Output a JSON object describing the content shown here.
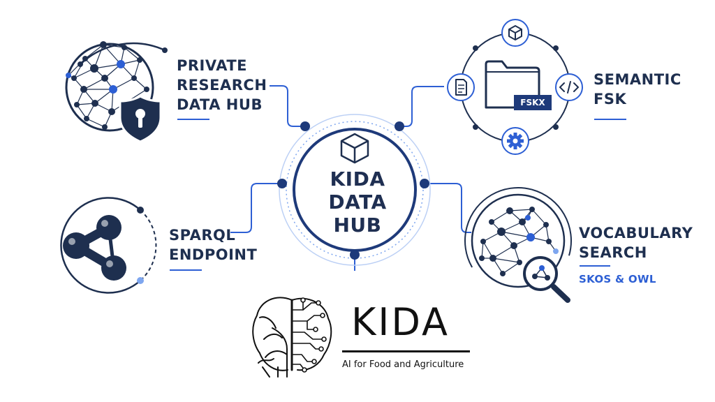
{
  "hub": {
    "title_lines": [
      "KIDA",
      "DATA",
      "HUB"
    ],
    "icon": "cube-icon"
  },
  "nodes": {
    "private_hub": {
      "lines": [
        "PRIVATE",
        "RESEARCH",
        "DATA HUB"
      ],
      "icons": [
        "network-graph-icon",
        "lock-shield-icon"
      ]
    },
    "semantic_fsk": {
      "lines": [
        "SEMANTIC",
        "FSK"
      ],
      "tag": "FSKX",
      "icons": [
        "folder-icon",
        "cube-icon",
        "document-icon",
        "code-icon",
        "gear-icon"
      ]
    },
    "sparql": {
      "lines": [
        "SPARQL",
        "ENDPOINT"
      ],
      "icons": [
        "sparql-logo-icon"
      ]
    },
    "vocabulary": {
      "lines": [
        "VOCABULARY",
        "SEARCH"
      ],
      "subtitle": "SKOS & OWL",
      "icons": [
        "network-graph-icon",
        "magnifier-icon"
      ]
    }
  },
  "brand": {
    "name": "KIDA",
    "tagline": "AI for Food and Agriculture",
    "icon": "tree-brain-logo-icon"
  },
  "colors": {
    "navy": "#1e2f4f",
    "dark_blue": "#1e3a7a",
    "accent_blue": "#2d5fd4",
    "light_blue": "#7ea6ef"
  }
}
